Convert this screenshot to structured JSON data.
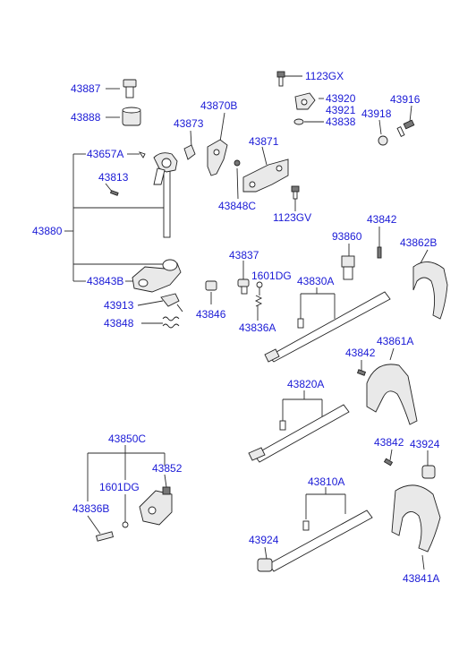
{
  "labels": {
    "p43887": "43887",
    "p43888": "43888",
    "p43657A": "43657A",
    "p43813": "43813",
    "p43880": "43880",
    "p43843B": "43843B",
    "p43913": "43913",
    "p43848": "43848",
    "p43873": "43873",
    "p43870B": "43870B",
    "p43871": "43871",
    "p43848C": "43848C",
    "p1123GX": "1123GX",
    "p43920": "43920",
    "p43921": "43921",
    "p43838": "43838",
    "p43916": "43916",
    "p43918": "43918",
    "p1123GV": "1123GV",
    "p43842_top": "43842",
    "p93860": "93860",
    "p43862B": "43862B",
    "p43837": "43837",
    "p1601DG_top": "1601DG",
    "p43830A": "43830A",
    "p43846": "43846",
    "p43836A": "43836A",
    "p43842_mid": "43842",
    "p43861A": "43861A",
    "p43820A": "43820A",
    "p43850C": "43850C",
    "p43852": "43852",
    "p1601DG_bot": "1601DG",
    "p43836B": "43836B",
    "p43842_bot": "43842",
    "p43924_right": "43924",
    "p43810A": "43810A",
    "p43924_left": "43924",
    "p43841A": "43841A"
  }
}
